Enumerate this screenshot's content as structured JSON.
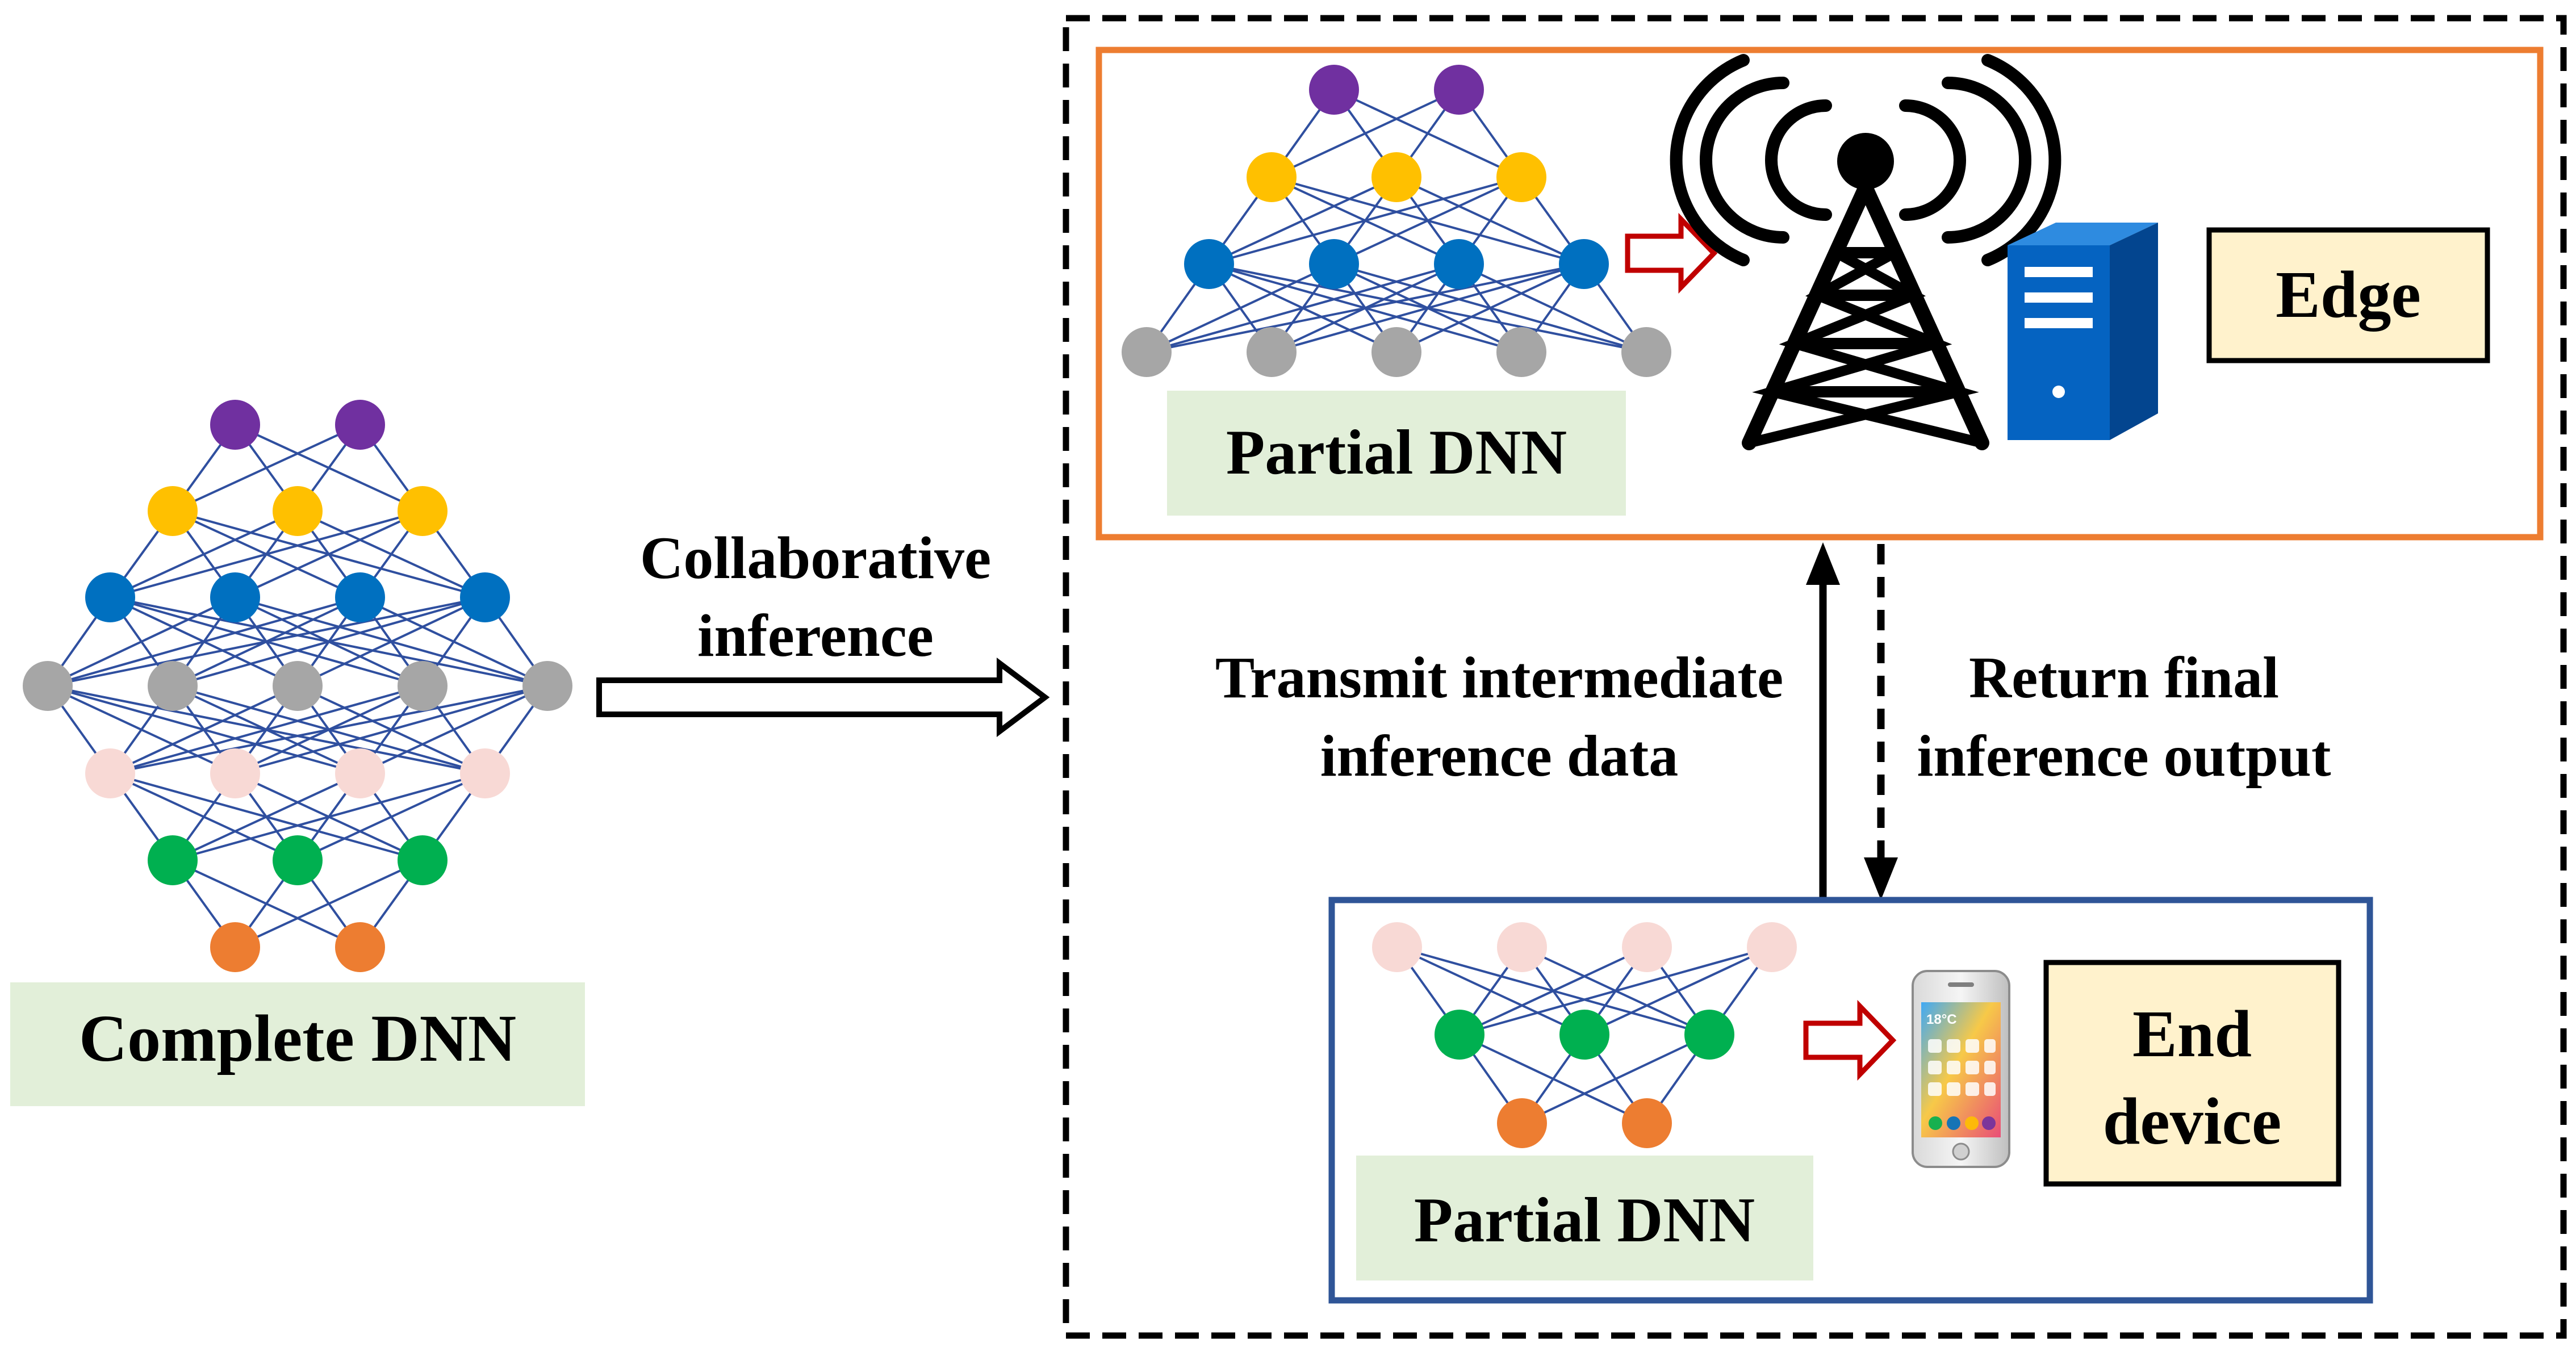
{
  "labels": {
    "complete_dnn": "Complete DNN",
    "collab_line1": "Collaborative",
    "collab_line2": "inference",
    "edge_partial_dnn": "Partial DNN",
    "edge": "Edge",
    "transmit_line1": "Transmit intermediate",
    "transmit_line2": "inference data",
    "return_line1": "Return final",
    "return_line2": "inference output",
    "end_partial_dnn": "Partial DNN",
    "end_line1": "End",
    "end_line2": "device",
    "phone_temp": "18°C"
  },
  "colors": {
    "purple": "#7030A0",
    "yellow": "#FFC000",
    "blue": "#0070C0",
    "gray": "#A6A6A6",
    "pink": "#F8D9D5",
    "green": "#00B050",
    "orange": "#ED7D31",
    "edge_lines": "#2F4F9F",
    "label_bg": "#E2EFD9",
    "badge_bg": "#FFF2CC",
    "edge_box_border": "#ED7D31",
    "end_box_border": "#2F5597",
    "small_arrow": "#C00000",
    "server": "#0563C1"
  },
  "networks": {
    "complete": [
      "purple",
      "yellow",
      "blue",
      "gray",
      "pink",
      "green",
      "orange"
    ],
    "edge_partial": [
      "purple",
      "yellow",
      "blue",
      "gray"
    ],
    "end_partial": [
      "pink",
      "green",
      "orange"
    ]
  }
}
